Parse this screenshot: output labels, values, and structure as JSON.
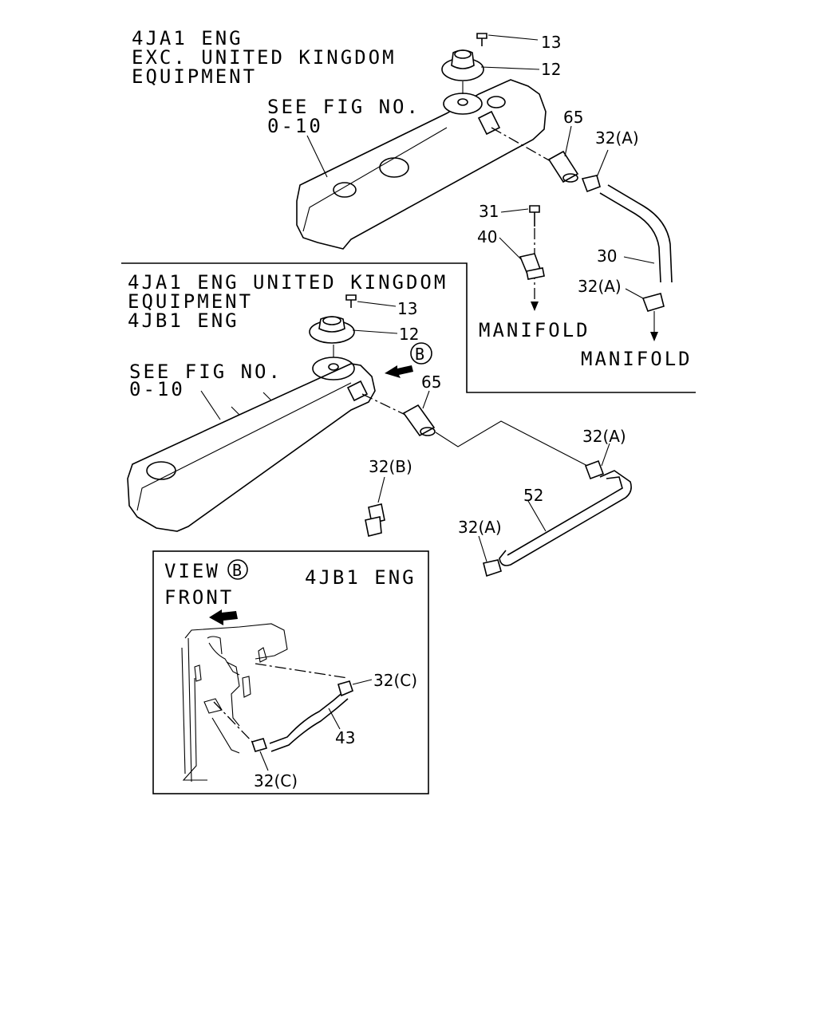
{
  "section_top": {
    "header_lines": [
      "4JA1 ENG",
      "EXC. UNITED KINGDOM",
      "EQUIPMENT"
    ],
    "see_fig": [
      "SEE FIG NO.",
      "0-10"
    ],
    "callouts": {
      "c13": "13",
      "c12": "12",
      "c65": "65",
      "c32a": "32(A)",
      "c31": "31",
      "c40": "40",
      "c30": "30",
      "c32a2": "32(A)"
    },
    "manifold_1": "MANIFOLD",
    "manifold_2": "MANIFOLD"
  },
  "section_mid": {
    "header_lines": [
      "4JA1 ENG UNITED KINGDOM",
      "EQUIPMENT",
      "4JB1 ENG"
    ],
    "see_fig": [
      "SEE FIG NO.",
      "0-10"
    ],
    "view_marker": "B",
    "callouts": {
      "c13": "13",
      "c12": "12",
      "c65": "65",
      "c32a": "32(A)",
      "c32b": "32(B)",
      "c52": "52",
      "c32a2": "32(A)"
    }
  },
  "view_box": {
    "title": "VIEW",
    "marker": "B",
    "engine": "4JB1 ENG",
    "front": "FRONT",
    "callouts": {
      "c32c_1": "32(C)",
      "c43": "43",
      "c32c_2": "32(C)"
    }
  },
  "icons": [
    "arrow-icon",
    "circle-b-icon"
  ],
  "colors": {
    "ink": "#000000",
    "paper": "#ffffff"
  }
}
